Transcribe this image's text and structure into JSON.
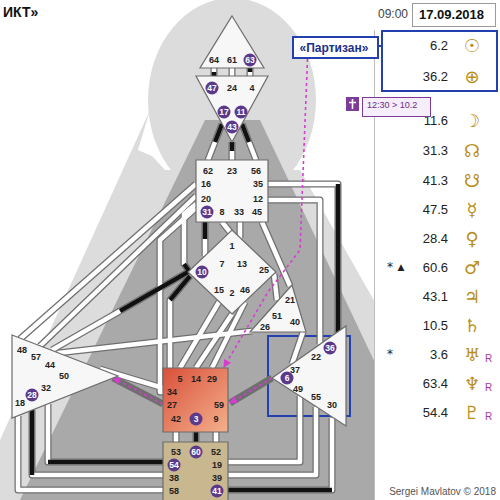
{
  "diagram": {
    "title": "ИКТ»",
    "nodes": [
      {
        "text": [
          "17.09.2018"
        ]
      },
      {
        "text": [
          "«Партизан»"
        ]
      },
      {
        "text": [
          "12:30 > 10.2"
        ]
      },
      {
        "text": [
          "64",
          "61",
          "63"
        ]
      },
      {
        "text": [
          "47",
          "24",
          "4",
          "17",
          "11",
          "43"
        ]
      },
      {
        "text": [
          "62",
          "23",
          "56",
          "16",
          "35",
          "20",
          "12",
          "31",
          "8",
          "33",
          "45"
        ]
      },
      {
        "text": [
          "1",
          "7",
          "13",
          "10",
          "25",
          "15",
          "2",
          "46"
        ]
      },
      {
        "text": [
          "21",
          "40",
          "51",
          "26"
        ]
      },
      {
        "text": [
          "48",
          "57",
          "44",
          "50",
          "32",
          "28",
          "18"
        ]
      },
      {
        "text": [
          "36",
          "22",
          "37",
          "6",
          "49",
          "55",
          "30"
        ]
      },
      {
        "text": [
          "5",
          "14",
          "29",
          "34",
          "27",
          "59",
          "42",
          "3",
          "9"
        ]
      },
      {
        "text": [
          "53",
          "60",
          "52",
          "54",
          "19",
          "38",
          "39",
          "58",
          "41"
        ]
      }
    ],
    "edges": [
      {
        "from": 3,
        "to": 4,
        "arrow": "none"
      },
      {
        "from": 3,
        "to": 4,
        "arrow": "none"
      },
      {
        "from": 3,
        "to": 4,
        "arrow": "none"
      },
      {
        "from": 4,
        "to": 5,
        "arrow": "none"
      },
      {
        "from": 4,
        "to": 5,
        "arrow": "none"
      },
      {
        "from": 4,
        "to": 5,
        "arrow": "none"
      },
      {
        "from": 5,
        "to": 6,
        "arrow": "none"
      },
      {
        "from": 5,
        "to": 6,
        "arrow": "none"
      },
      {
        "from": 5,
        "to": 6,
        "arrow": "none"
      },
      {
        "from": 5,
        "to": 6,
        "arrow": "none"
      },
      {
        "from": 5,
        "to": 8,
        "arrow": "none"
      },
      {
        "from": 5,
        "to": 8,
        "arrow": "none"
      },
      {
        "from": 5,
        "to": 7,
        "arrow": "none"
      },
      {
        "from": 5,
        "to": 9,
        "arrow": "none"
      },
      {
        "from": 5,
        "to": 9,
        "arrow": "none"
      },
      {
        "from": 5,
        "to": 10,
        "arrow": "none"
      },
      {
        "from": 6,
        "to": 8,
        "arrow": "none"
      },
      {
        "from": 6,
        "to": 10,
        "arrow": "none"
      },
      {
        "from": 6,
        "to": 10,
        "arrow": "none"
      },
      {
        "from": 6,
        "to": 10,
        "arrow": "none"
      },
      {
        "from": 6,
        "to": 10,
        "arrow": "none"
      },
      {
        "from": 6,
        "to": 7,
        "arrow": "none"
      },
      {
        "from": 7,
        "to": 8,
        "arrow": "none"
      },
      {
        "from": 7,
        "to": 9,
        "arrow": "none"
      },
      {
        "from": 8,
        "to": 10,
        "arrow": "none"
      },
      {
        "from": 8,
        "to": 11,
        "arrow": "none"
      },
      {
        "from": 8,
        "to": 11,
        "arrow": "none"
      },
      {
        "from": 8,
        "to": 11,
        "arrow": "none"
      },
      {
        "from": 9,
        "to": 10,
        "arrow": "to"
      },
      {
        "from": 10,
        "to": 8,
        "arrow": "to"
      },
      {
        "from": 9,
        "to": 11,
        "arrow": "none"
      },
      {
        "from": 9,
        "to": 11,
        "arrow": "none"
      },
      {
        "from": 9,
        "to": 11,
        "arrow": "none"
      },
      {
        "from": 10,
        "to": 11,
        "arrow": "none"
      },
      {
        "from": 10,
        "to": 11,
        "arrow": "none"
      },
      {
        "from": 10,
        "to": 11,
        "arrow": "none"
      },
      {
        "from": 1,
        "to": 10,
        "arrow": "to"
      }
    ],
    "labels": [
      "09:00",
      "6.2",
      "☉",
      "36.2",
      "⊕",
      "11.6",
      "☽",
      "31.3",
      "☊",
      "41.3",
      "☋",
      "47.5",
      "☿",
      "28.4",
      "♀",
      "*",
      "▲",
      "60.6",
      "♂",
      "43.1",
      "♃",
      "10.5",
      "♄",
      "*",
      "3.6",
      "♅",
      "R",
      "63.4",
      "♆",
      "R",
      "54.4",
      "♇",
      "R",
      "Sergei Mavlatov © 2018"
    ]
  }
}
